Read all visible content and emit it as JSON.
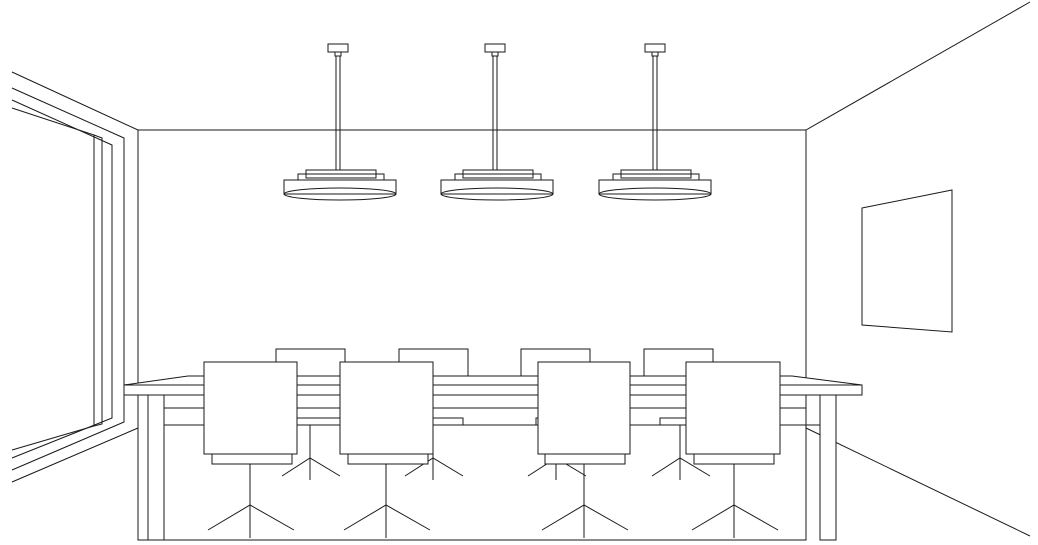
{
  "scene": {
    "subject": "line-drawing-meeting-room",
    "colors": {
      "background": "#ffffff",
      "line": "#1a1a1a"
    },
    "pendant_lamp_count": 3,
    "chair_count": 8,
    "window_count": 1,
    "wall_panel_count": 1,
    "table_count": 1
  }
}
